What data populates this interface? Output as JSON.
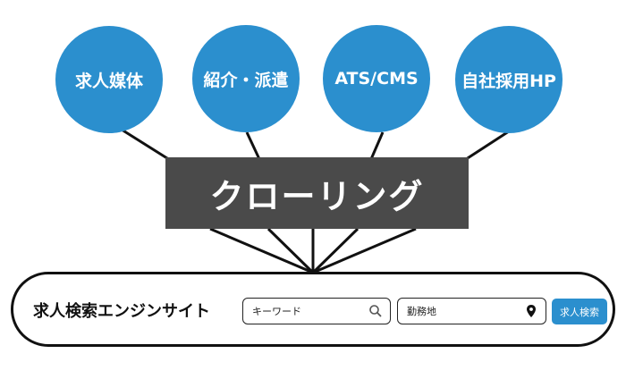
{
  "sources": [
    {
      "label": "求人媒体"
    },
    {
      "label": "紹介・派遣"
    },
    {
      "label": "ATS/CMS"
    },
    {
      "label": "自社採用HP"
    }
  ],
  "process": {
    "label": "クローリング"
  },
  "search_site": {
    "title": "求人検索エンジンサイト",
    "keyword_placeholder": "キーワード",
    "location_placeholder": "勤務地",
    "search_button_label": "求人検索"
  },
  "colors": {
    "source_circle": "#2b8fce",
    "process_box": "#4a4a4a",
    "search_button": "#2b8fce",
    "outline": "#111111"
  },
  "icons": {
    "keyword_field": "search-icon",
    "location_field": "location-pin-icon"
  }
}
